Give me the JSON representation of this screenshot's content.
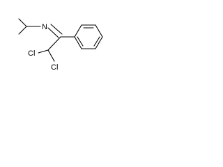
{
  "structure": {
    "atoms": {
      "nitrogen": "N",
      "chlorine_1": "Cl",
      "chlorine_2": "Cl"
    }
  },
  "colors": {
    "background": "#ffffff",
    "ink": "#000000"
  }
}
